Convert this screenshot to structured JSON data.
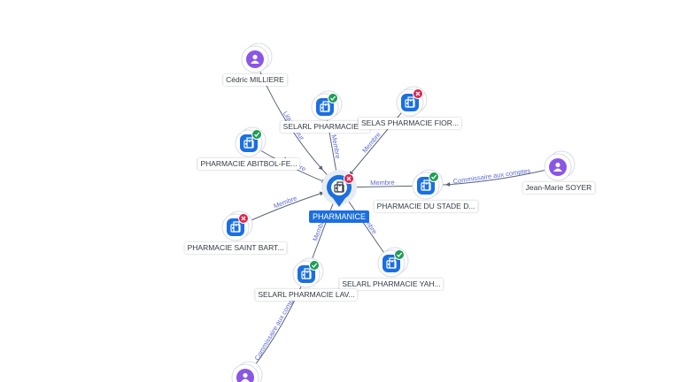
{
  "colors": {
    "company": "#1b6fe0",
    "person": "#8a56e6",
    "active": "#1f9d55",
    "closed": "#e0234b",
    "edge_label": "#5b6ad6"
  },
  "center": {
    "label": "PHARMANICE",
    "status": "closed",
    "icon": "building-icon"
  },
  "nodes": [
    {
      "id": "cedric",
      "label": "Cédric MILLIERE",
      "kind": "person",
      "icon": "person-icon"
    },
    {
      "id": "selarl1",
      "label": "SELARL PHARMACIE ...",
      "kind": "company",
      "status": "active",
      "icon": "building-icon"
    },
    {
      "id": "selas",
      "label": "SELAS PHARMACIE FIOR...",
      "kind": "company",
      "status": "closed",
      "icon": "building-icon"
    },
    {
      "id": "abitbol",
      "label": "PHARMACIE ABITBOL-FE...",
      "kind": "company",
      "status": "active",
      "icon": "building-icon"
    },
    {
      "id": "jeanmarie",
      "label": "Jean-Marie SOYER",
      "kind": "person",
      "icon": "person-icon"
    },
    {
      "id": "stade",
      "label": "PHARMACIE DU STADE D...",
      "kind": "company",
      "status": "active",
      "icon": "building-icon"
    },
    {
      "id": "saintbart",
      "label": "PHARMACIE SAINT BART...",
      "kind": "company",
      "status": "closed",
      "icon": "building-icon"
    },
    {
      "id": "yah",
      "label": "SELARL PHARMACIE YAH...",
      "kind": "company",
      "status": "active",
      "icon": "building-icon"
    },
    {
      "id": "lav",
      "label": "SELARL PHARMACIE LAV...",
      "kind": "company",
      "status": "active",
      "icon": "building-icon"
    },
    {
      "id": "bottomperson",
      "label": "",
      "kind": "person",
      "icon": "person-icon"
    }
  ],
  "edges": [
    {
      "from": "cedric",
      "to": "center",
      "label": "Liquidateur"
    },
    {
      "from": "selarl1",
      "to": "center",
      "label": "Membre"
    },
    {
      "from": "selas",
      "to": "center",
      "label": "Membre"
    },
    {
      "from": "abitbol",
      "to": "center",
      "label": "Membre"
    },
    {
      "from": "stade",
      "to": "center",
      "label": "Membre"
    },
    {
      "from": "jeanmarie",
      "to": "stade",
      "label": "Commissaire aux comptes"
    },
    {
      "from": "saintbart",
      "to": "center",
      "label": "Membre"
    },
    {
      "from": "yah",
      "to": "center",
      "label": "Membre"
    },
    {
      "from": "lav",
      "to": "center",
      "label": "Membre"
    },
    {
      "from": "bottomperson",
      "to": "lav",
      "label": "Commissaire aux comptes"
    }
  ]
}
